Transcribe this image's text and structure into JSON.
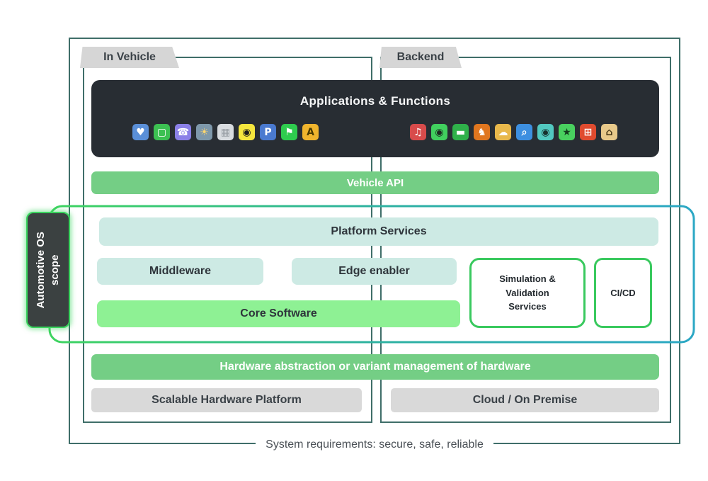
{
  "diagram": {
    "regions": {
      "in_vehicle": "In Vehicle",
      "backend": "Backend"
    },
    "apps_bar": {
      "title": "Applications & Functions",
      "left_icons": [
        {
          "name": "health-app-icon",
          "glyph": "♥",
          "bg": "#5a8fd8",
          "fg": "#ffffff"
        },
        {
          "name": "messages-app-icon",
          "glyph": "▢",
          "bg": "#3cc052",
          "fg": "#ffffff"
        },
        {
          "name": "phone-app-icon",
          "glyph": "☎",
          "bg": "#8b80e8",
          "fg": "#ffffff"
        },
        {
          "name": "weather-app-icon",
          "glyph": "☀",
          "bg": "#7e98ab",
          "fg": "#ffd76e"
        },
        {
          "name": "calendar-app-icon",
          "glyph": "▦",
          "bg": "#d8dce0",
          "fg": "#9aa0a6"
        },
        {
          "name": "record-app-icon",
          "glyph": "◉",
          "bg": "#f5e63d",
          "fg": "#1c1c1c"
        },
        {
          "name": "parking-app-icon",
          "glyph": "P",
          "bg": "#4a7ad0",
          "fg": "#ffffff"
        },
        {
          "name": "maps-pin-app-icon",
          "glyph": "⚑",
          "bg": "#2ecc4e",
          "fg": "#ffffff"
        },
        {
          "name": "auto-a-app-icon",
          "glyph": "A",
          "bg": "#f0b42d",
          "fg": "#4a3a00"
        }
      ],
      "right_icons": [
        {
          "name": "music-app-icon",
          "glyph": "♫",
          "bg": "#d84b4b",
          "fg": "#ffffff"
        },
        {
          "name": "vinyl-pin-app-icon",
          "glyph": "◉",
          "bg": "#41d05e",
          "fg": "#1d2b22"
        },
        {
          "name": "chat-app-icon",
          "glyph": "▬",
          "bg": "#2fb14a",
          "fg": "#ffffff"
        },
        {
          "name": "games-app-icon",
          "glyph": "♞",
          "bg": "#e0761f",
          "fg": "#ffffff"
        },
        {
          "name": "wave-app-icon",
          "glyph": "☁",
          "bg": "#e8b84b",
          "fg": "#ffffff"
        },
        {
          "name": "search-app-icon",
          "glyph": "⌕",
          "bg": "#3d8fe0",
          "fg": "#ffffff"
        },
        {
          "name": "camera-app-icon",
          "glyph": "◉",
          "bg": "#52c8c0",
          "fg": "#16302e"
        },
        {
          "name": "star-app-icon",
          "glyph": "★",
          "bg": "#49d05f",
          "fg": "#143d1e"
        },
        {
          "name": "shopping-app-icon",
          "glyph": "⊞",
          "bg": "#e04b2f",
          "fg": "#ffffff"
        },
        {
          "name": "home-app-icon",
          "glyph": "⌂",
          "bg": "#e8c98a",
          "fg": "#4a3a1a"
        }
      ]
    },
    "layers": {
      "vehicle_api": "Vehicle API",
      "platform_services": "Platform Services",
      "middleware": "Middleware",
      "edge_enabler": "Edge enabler",
      "core_software": "Core Software",
      "simulation_validation": "Simulation & Validation Services",
      "cicd": "CI/CD",
      "hardware_abstraction": "Hardware abstraction or variant management of hardware",
      "scalable_hardware": "Scalable Hardware Platform",
      "cloud_on_premise": "Cloud / On Premise"
    },
    "scope_label": {
      "line1": "Automotive OS",
      "line2": "scope"
    },
    "footer": {
      "system_requirements": "System requirements: secure, safe, reliable"
    },
    "colors": {
      "frame_teal": "#3f6e69",
      "dark_bar": "#282d33",
      "green": "#74ce85",
      "light_green": "#8ef194",
      "light_teal": "#cdeae4",
      "gray": "#d9d9d9",
      "scope_gradient_start": "#3ed45f",
      "scope_gradient_end": "#2ba7c4",
      "accent_green_border": "#39c95e"
    }
  }
}
